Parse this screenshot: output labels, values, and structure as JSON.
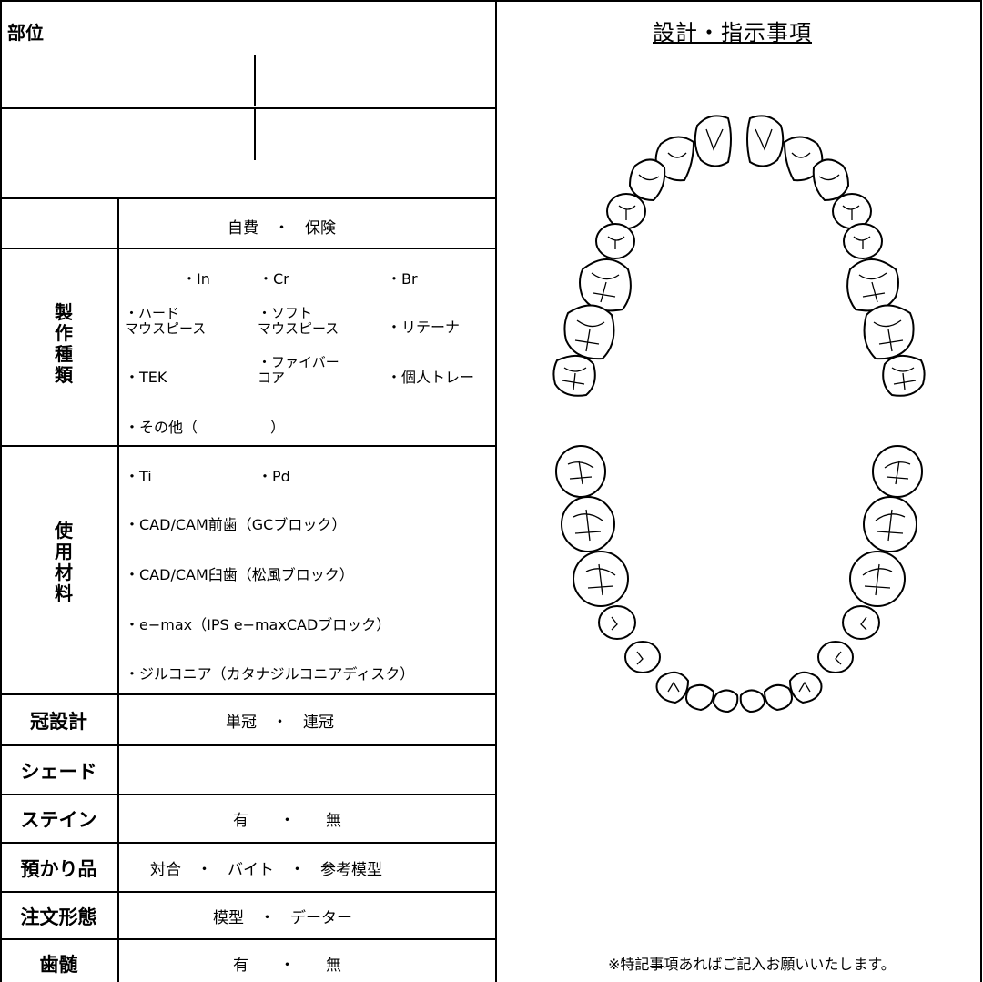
{
  "header": {
    "part_label": "部位"
  },
  "right_panel": {
    "title": "設計・指示事項",
    "note": "※特記事項あればご記入お願いいたします。"
  },
  "rows": {
    "payment": {
      "options": "自費　・　保険"
    },
    "production": {
      "label": [
        "製",
        "作",
        "種",
        "類"
      ],
      "in": "・In",
      "cr": "・Cr",
      "br": "・Br",
      "hard_1": "・ハード",
      "hard_2": "マウスピース",
      "soft_1": "・ソフト",
      "soft_2": "マウスピース",
      "retainer": "・リテーナ",
      "tek": "・TEK",
      "fiber_1": "・ファイバー",
      "fiber_2": "コア",
      "tray": "・個人トレー",
      "other": "・その他（　　　　　）"
    },
    "material": {
      "label": [
        "使",
        "用",
        "材",
        "料"
      ],
      "ti": "・Ti",
      "pd": "・Pd",
      "cad_front": "・CAD/CAM前歯（GCブロック）",
      "cad_molar": "・CAD/CAM臼歯（松風ブロック）",
      "emax": "・e−max（IPS e−maxCADブロック）",
      "zirconia": "・ジルコニア（カタナジルコニアディスク）"
    },
    "crown_design": {
      "label": "冠設計",
      "options": "単冠　・　連冠"
    },
    "shade": {
      "label": "シェード",
      "value": ""
    },
    "stain": {
      "label": "ステイン",
      "options": "有　　・　　無"
    },
    "deposit": {
      "label": "預かり品",
      "options": "対合　・　バイト　・　参考模型"
    },
    "order_form": {
      "label": "注文形態",
      "options": "模型　・　データー"
    },
    "pulp": {
      "label": "歯髄",
      "options": "有　　・　　無"
    }
  }
}
